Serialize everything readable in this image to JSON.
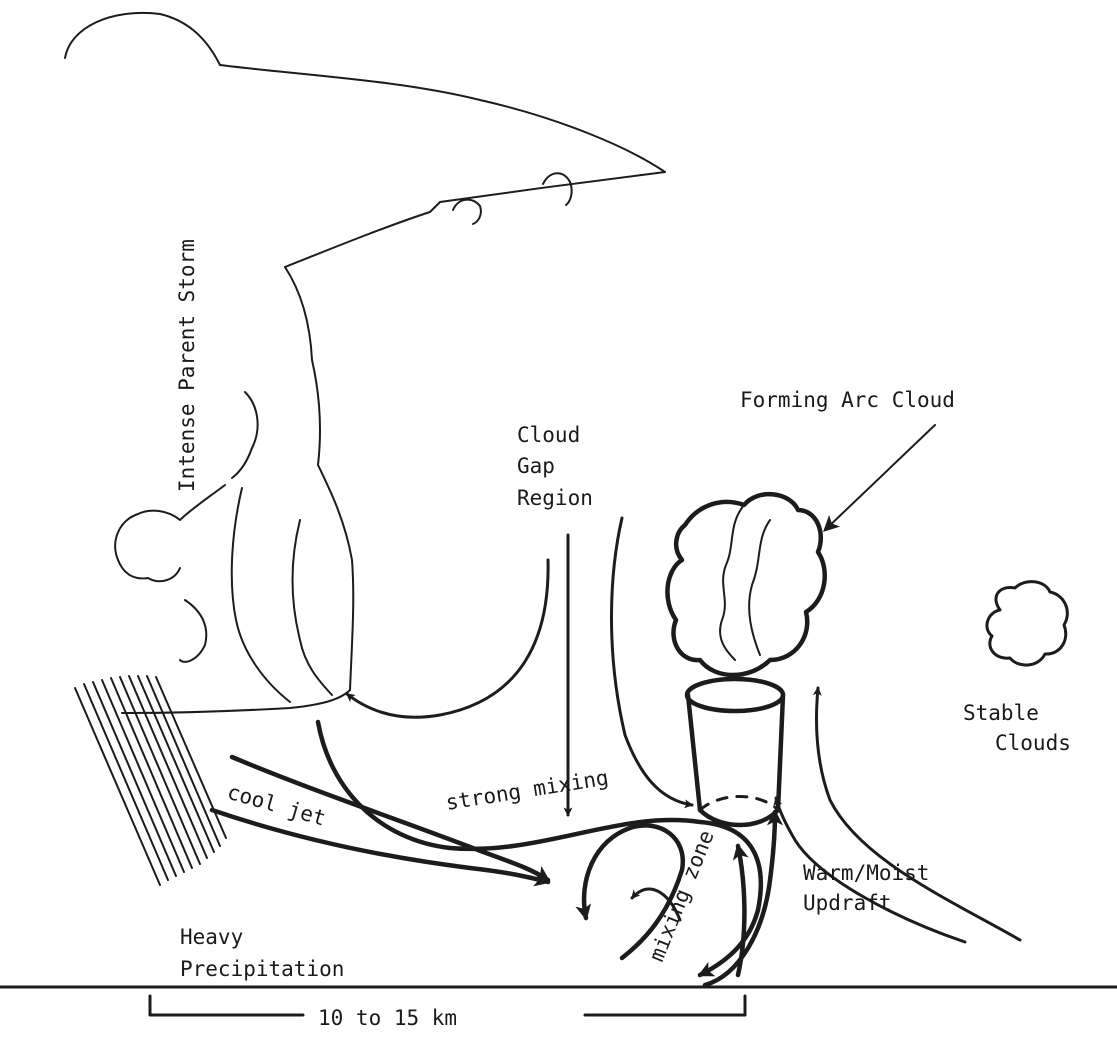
{
  "labels": {
    "parent_storm": "Intense Parent Storm",
    "arc_cloud": "Forming Arc Cloud",
    "gap_line1": "Cloud",
    "gap_line2": "Gap",
    "gap_line3": "Region",
    "stable_line1": "Stable",
    "stable_line2": "Clouds",
    "strong_mixing": "strong mixing",
    "cool_jet": "cool jet",
    "mixing_zone": "mixing zone",
    "updraft_line1": "Warm/Moist",
    "updraft_line2": "Updraft",
    "precip_line1": "Heavy",
    "precip_line2": "Precipitation",
    "scale": "10 to 15 km"
  },
  "colors": {
    "ink": "#1c1c1c",
    "background": "#ffffff"
  }
}
